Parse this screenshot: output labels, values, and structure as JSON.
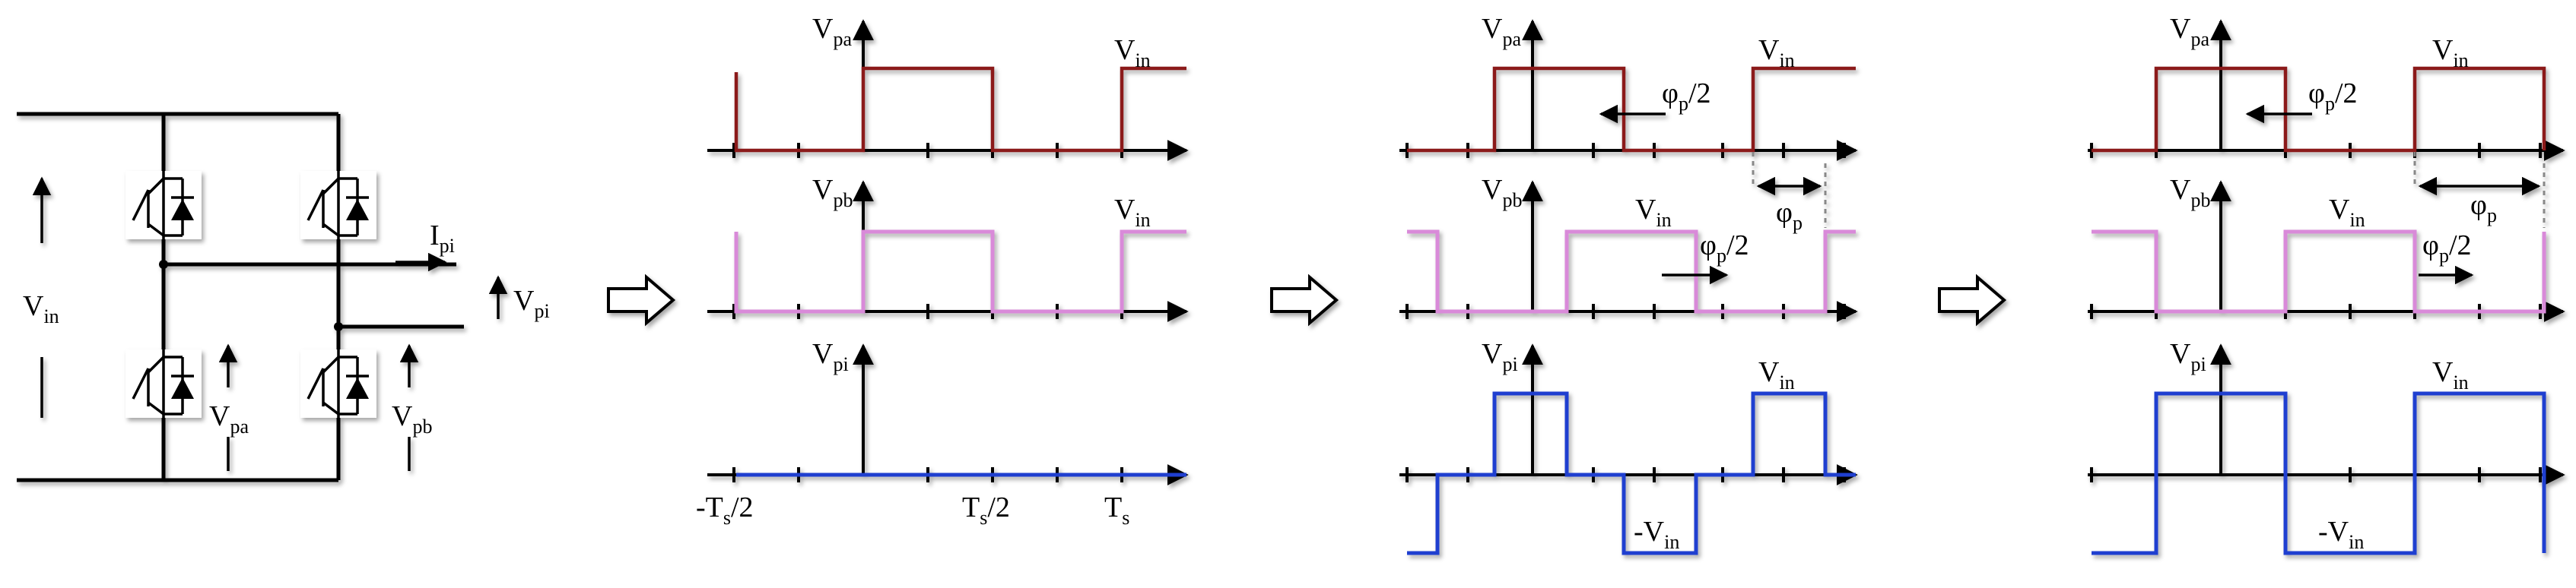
{
  "labels": {
    "vin": "V",
    "vin_sub": "in",
    "vpa": "V",
    "vpa_sub": "pa",
    "vpb": "V",
    "vpb_sub": "pb",
    "vpi": "V",
    "vpi_sub": "pi",
    "ipi": "I",
    "ipi_sub": "pi",
    "neg_vin": "-V",
    "neg_vin_sub": "in",
    "phi": "φ",
    "phi_sub": "p",
    "phi_half_suffix": "/2",
    "ts": "T",
    "ts_sub": "s",
    "neg_ts_half_prefix": "-T",
    "ts_half_suffix": "/2"
  },
  "colors": {
    "vpa_wave": "#8b1a1a",
    "vpb_wave": "#d98ad9",
    "vpi_wave": "#1f3fd0"
  },
  "icons": {
    "arrow": "hollow-right-arrow-icon",
    "switch": "igbt-switch-icon"
  },
  "phase_shift": {
    "stage1": 0,
    "stage2_fraction_of_half_period": 0.5,
    "stage3_fraction_of_half_period": 1.0
  }
}
